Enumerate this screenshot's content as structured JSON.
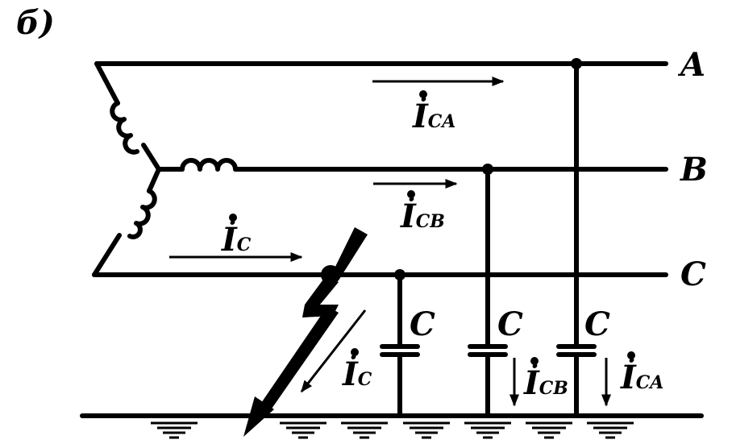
{
  "figure": {
    "panel_label": "б)",
    "phases": [
      "A",
      "B",
      "C"
    ],
    "capacitor_label": "C",
    "currents": [
      {
        "main": "İ",
        "sub": "CA"
      },
      {
        "main": "İ",
        "sub": "CB"
      },
      {
        "main": "İ",
        "sub": "C"
      }
    ],
    "branch_currents": [
      {
        "main": "İ",
        "sub": "C"
      },
      {
        "main": "İ",
        "sub": "CB"
      },
      {
        "main": "İ",
        "sub": "CA"
      }
    ]
  }
}
